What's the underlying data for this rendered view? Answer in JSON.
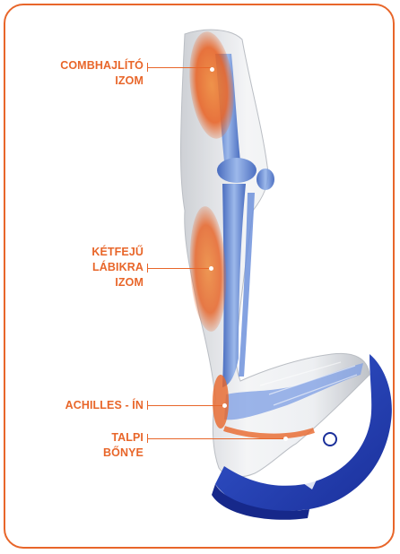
{
  "labels": {
    "hamstring": {
      "line1": "COMBHAJLÍTÓ",
      "line2": "IZOM"
    },
    "calf": {
      "line1": "KÉTFEJŰ",
      "line2": "LÁBIKRA",
      "line3": "IZOM"
    },
    "achilles": {
      "line1": "ACHILLES - ÍN"
    },
    "plantar": {
      "line1": "TALPI",
      "line2": "BŐNYE"
    }
  },
  "colors": {
    "accent": "#e8662a",
    "bone_blue": "#5a86d6",
    "brace_blue": "#1e3fb4",
    "muscle_orange": "#e8662a"
  },
  "icons": [
    "leg-anatomy-illustration",
    "foot-brace"
  ]
}
